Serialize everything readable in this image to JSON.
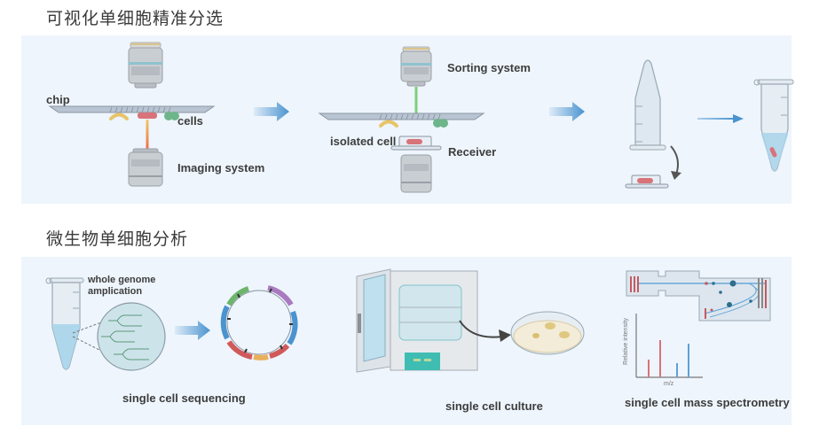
{
  "sections": [
    {
      "title": "可视化单细胞精准分选",
      "labels": {
        "chip": "chip",
        "cells": "cells",
        "imaging_system": "Imaging system",
        "sorting_system": "Sorting system",
        "isolated_cell": "isolated cell",
        "receiver": "Receiver"
      }
    },
    {
      "title": "微生物单细胞分析",
      "labels": {
        "whole_genome": "whole genome",
        "amplication": "amplication",
        "relative_intensity": "Relative intensity",
        "mz": "m/z"
      },
      "captions": {
        "sequencing": "single cell sequencing",
        "culture": "single cell culture",
        "mass_spec": "single cell mass spectrometry"
      }
    }
  ],
  "colors": {
    "panel_bg": "#eef5fc",
    "arrow_blue": "#4a93cf",
    "cell_red": "#d8737a",
    "cell_yellow": "#e8c46a",
    "cell_green": "#6db58a",
    "laser_green": "#7fcf7a",
    "laser_orange": "#f0a460",
    "incubator_teal": "#3fbdb2"
  }
}
